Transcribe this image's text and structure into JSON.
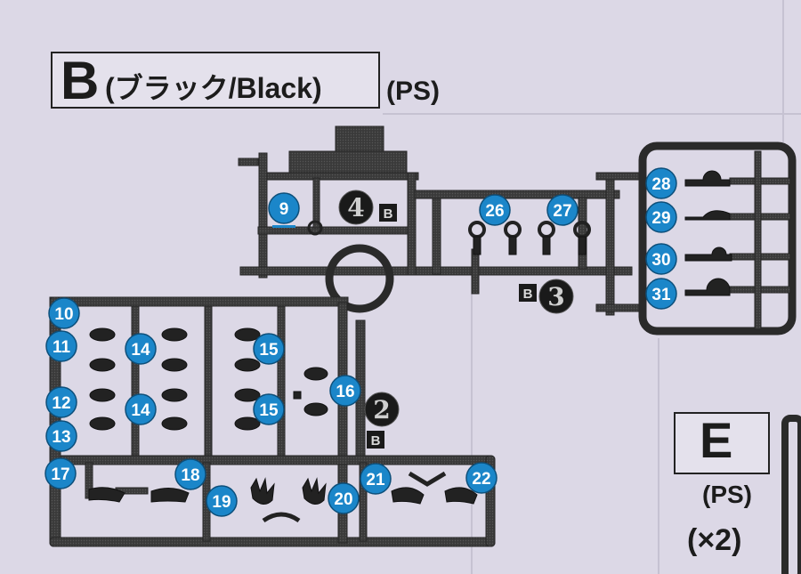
{
  "runner_b": {
    "letter": "B",
    "name": "(ブラック/Black)",
    "material": "(PS)",
    "runner_ids": [
      "4",
      "3",
      "2"
    ],
    "gate_mark": "B",
    "parts": [
      "9",
      "10",
      "11",
      "12",
      "13",
      "14",
      "14",
      "15",
      "15",
      "16",
      "17",
      "18",
      "19",
      "20",
      "21",
      "22",
      "26",
      "27",
      "28",
      "29",
      "30",
      "31"
    ]
  },
  "runner_e": {
    "letter": "E",
    "material": "(PS)",
    "quantity": "(×2)"
  },
  "colors": {
    "background": "#dcd8e6",
    "runner": "#2a2a2a",
    "part_badge": "#1b86c9",
    "badge_text": "#ffffff"
  }
}
